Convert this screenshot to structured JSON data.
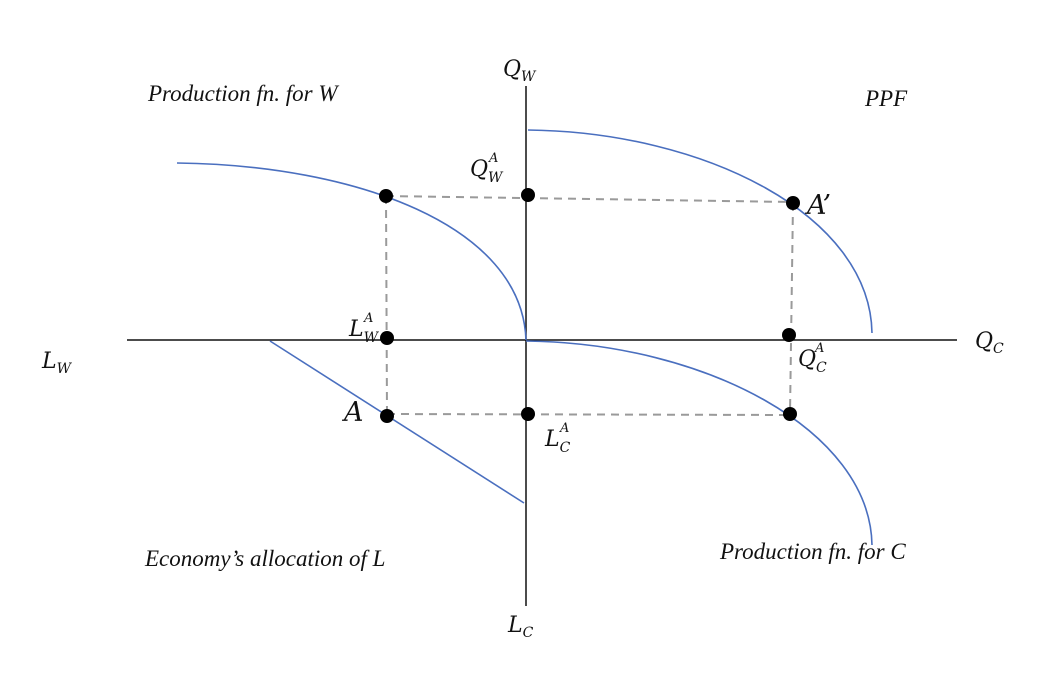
{
  "colors": {
    "curve": "#4a6fbf",
    "axis": "#111111",
    "guide": "#9a9a9a",
    "point": "#000000"
  },
  "axes": {
    "top": {
      "base": "Q",
      "sub": "W"
    },
    "right": {
      "base": "Q",
      "sub": "C"
    },
    "left": {
      "base": "L",
      "sub": "W"
    },
    "bottom": {
      "base": "L",
      "sub": "C"
    }
  },
  "quadrant_captions": {
    "top_left": "Production fn. for W",
    "top_right": "PPF",
    "bottom_left": "Economy’s allocation of L",
    "bottom_right": "Production fn. for C"
  },
  "point_labels": {
    "qwa": {
      "base": "Q",
      "sub": "W",
      "sup": "A"
    },
    "lwa": {
      "base": "L",
      "sub": "W",
      "sup": "A"
    },
    "lca": {
      "base": "L",
      "sub": "C",
      "sup": "A"
    },
    "qca": {
      "base": "Q",
      "sub": "C",
      "sup": "A"
    },
    "a": "A",
    "a_prime": "A’"
  }
}
